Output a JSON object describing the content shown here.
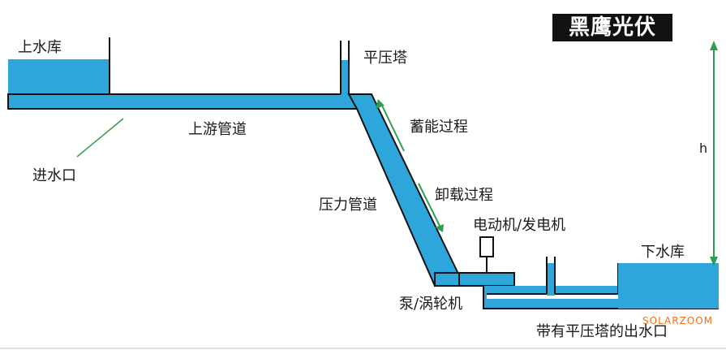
{
  "brand": {
    "logo_text": "黑鹰光伏"
  },
  "labels": {
    "upper_reservoir": "上水库",
    "surge_tower": "平压塔",
    "upper_pipe": "上游管道",
    "inlet": "进水口",
    "storage_process": "蓄能过程",
    "unload_process": "卸载过程",
    "pressure_pipe": "压力管道",
    "motor_generator": "电动机/发电机",
    "pump_turbine": "泵/涡轮机",
    "lower_reservoir": "下水库",
    "outlet": "带有平压塔的出水口",
    "height": "h"
  },
  "watermark": "SOLARZOOM",
  "colors": {
    "water": "#2ea6dc",
    "outline": "#111111",
    "arrow_green": "#2e9e52",
    "watermark": "#f07020"
  }
}
